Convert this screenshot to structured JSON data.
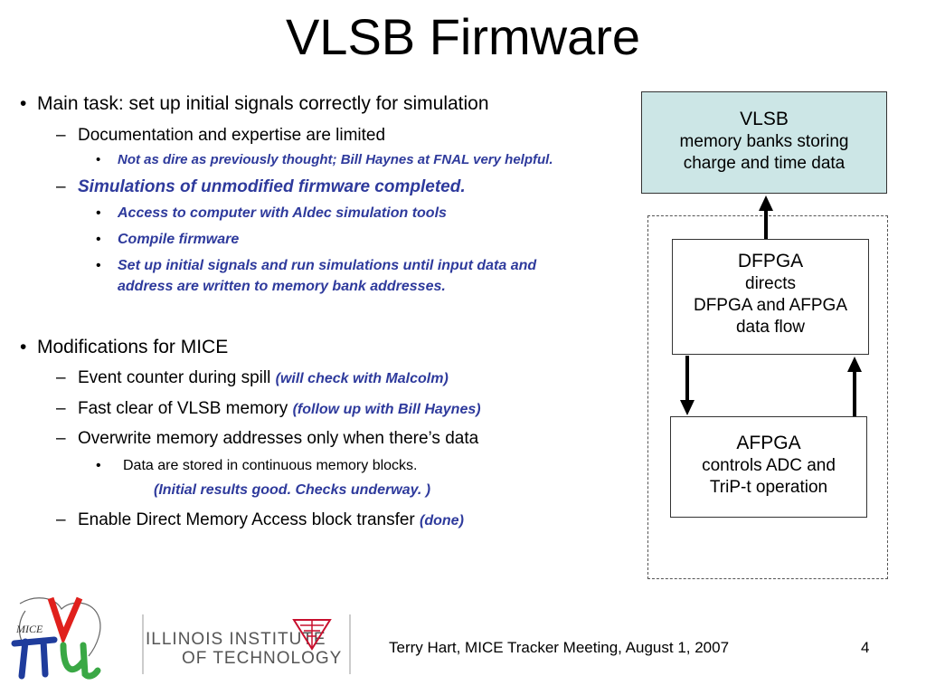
{
  "slide": {
    "title": "VLSB Firmware",
    "bullets": {
      "main_task": "Main task:  set up initial signals correctly for simulation",
      "documentation": "Documentation and expertise are limited",
      "not_as_dire": "Not as dire as previously thought; Bill Haynes at FNAL very helpful.",
      "simulations": "Simulations of unmodified firmware completed.",
      "access": "Access to computer with Aldec simulation tools",
      "compile": "Compile firmware",
      "setup_1": "Set up initial signals and run simulations until input data and",
      "setup_2": "address are written to memory bank addresses.",
      "modifications": "Modifications for MICE",
      "event_counter": "Event counter during spill ",
      "event_counter_note": "(will check with Malcolm)",
      "fast_clear": "Fast clear of VLSB memory ",
      "fast_clear_note": "(follow up with Bill Haynes)",
      "overwrite": "Overwrite memory addresses only when there’s data",
      "continuous": "Data are stored in continuous memory blocks.",
      "initial_results": "(Initial results good.  Checks underway. )",
      "dma": "Enable Direct Memory Access block transfer ",
      "dma_note": "(done)"
    },
    "markers": {
      "bullet": "•",
      "dash": "–"
    },
    "diagram": {
      "vlsb": {
        "title": "VLSB",
        "line1": "memory banks storing",
        "line2": "charge and time data"
      },
      "dfpga": {
        "title": "DFPGA",
        "line1": "directs",
        "line2": "DFPGA and AFPGA",
        "line3": "data flow"
      },
      "afpga": {
        "title": "AFPGA",
        "line1": "controls ADC and",
        "line2": "TriP-t operation"
      }
    },
    "footer": {
      "credit": "Terry Hart, MICE Tracker Meeting, August 1, 2007",
      "page_number": "4",
      "iit_logo_line1": "ILLINOIS INSTITUTE",
      "iit_logo_line2": "OF TECHNOLOGY",
      "mice_logo_text": "MICE"
    },
    "colors": {
      "emphasis": "#2e3a9c",
      "vlsb_box": "#cce6e6",
      "iit_red": "#c8102e",
      "mice_red": "#e0201c",
      "mice_blue": "#1f3c9c",
      "mice_green": "#3aa845"
    }
  }
}
